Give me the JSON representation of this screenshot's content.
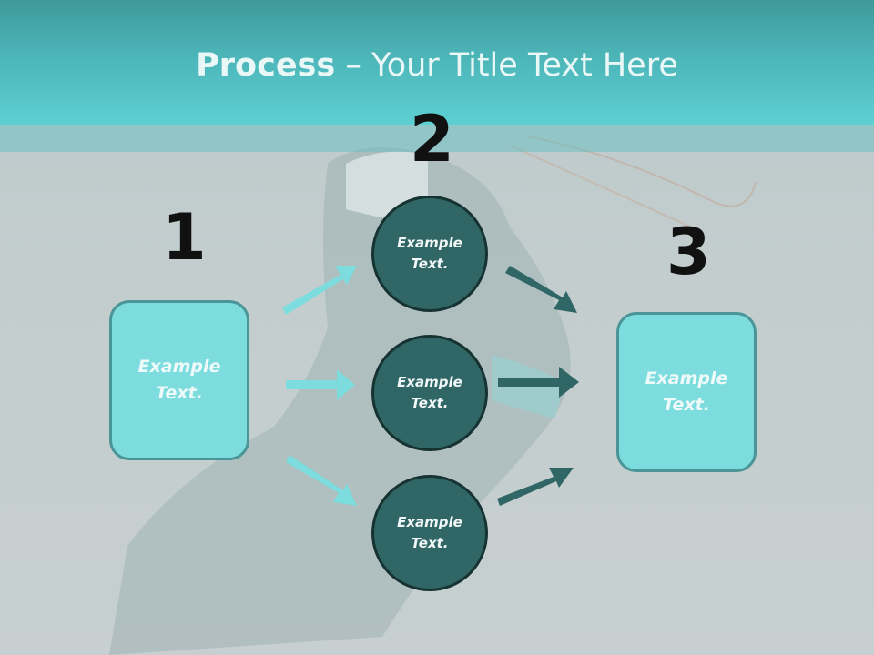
{
  "title": {
    "bold": "Process",
    "rest": " – Your Title Text Here"
  },
  "steps": [
    {
      "number": "1"
    },
    {
      "number": "2"
    },
    {
      "number": "3"
    }
  ],
  "left_box": {
    "line1": "Example",
    "line2": "Text."
  },
  "right_box": {
    "line1": "Example",
    "line2": "Text."
  },
  "circles": [
    {
      "line1": "Example",
      "line2": "Text."
    },
    {
      "line1": "Example",
      "line2": "Text."
    },
    {
      "line1": "Example",
      "line2": "Text."
    }
  ],
  "colors": {
    "header": "#4cb5b8",
    "box_fill": "#7ddcdd",
    "circle_fill": "#306766",
    "arrow_light": "#7ddcdd",
    "arrow_dark": "#306766"
  }
}
